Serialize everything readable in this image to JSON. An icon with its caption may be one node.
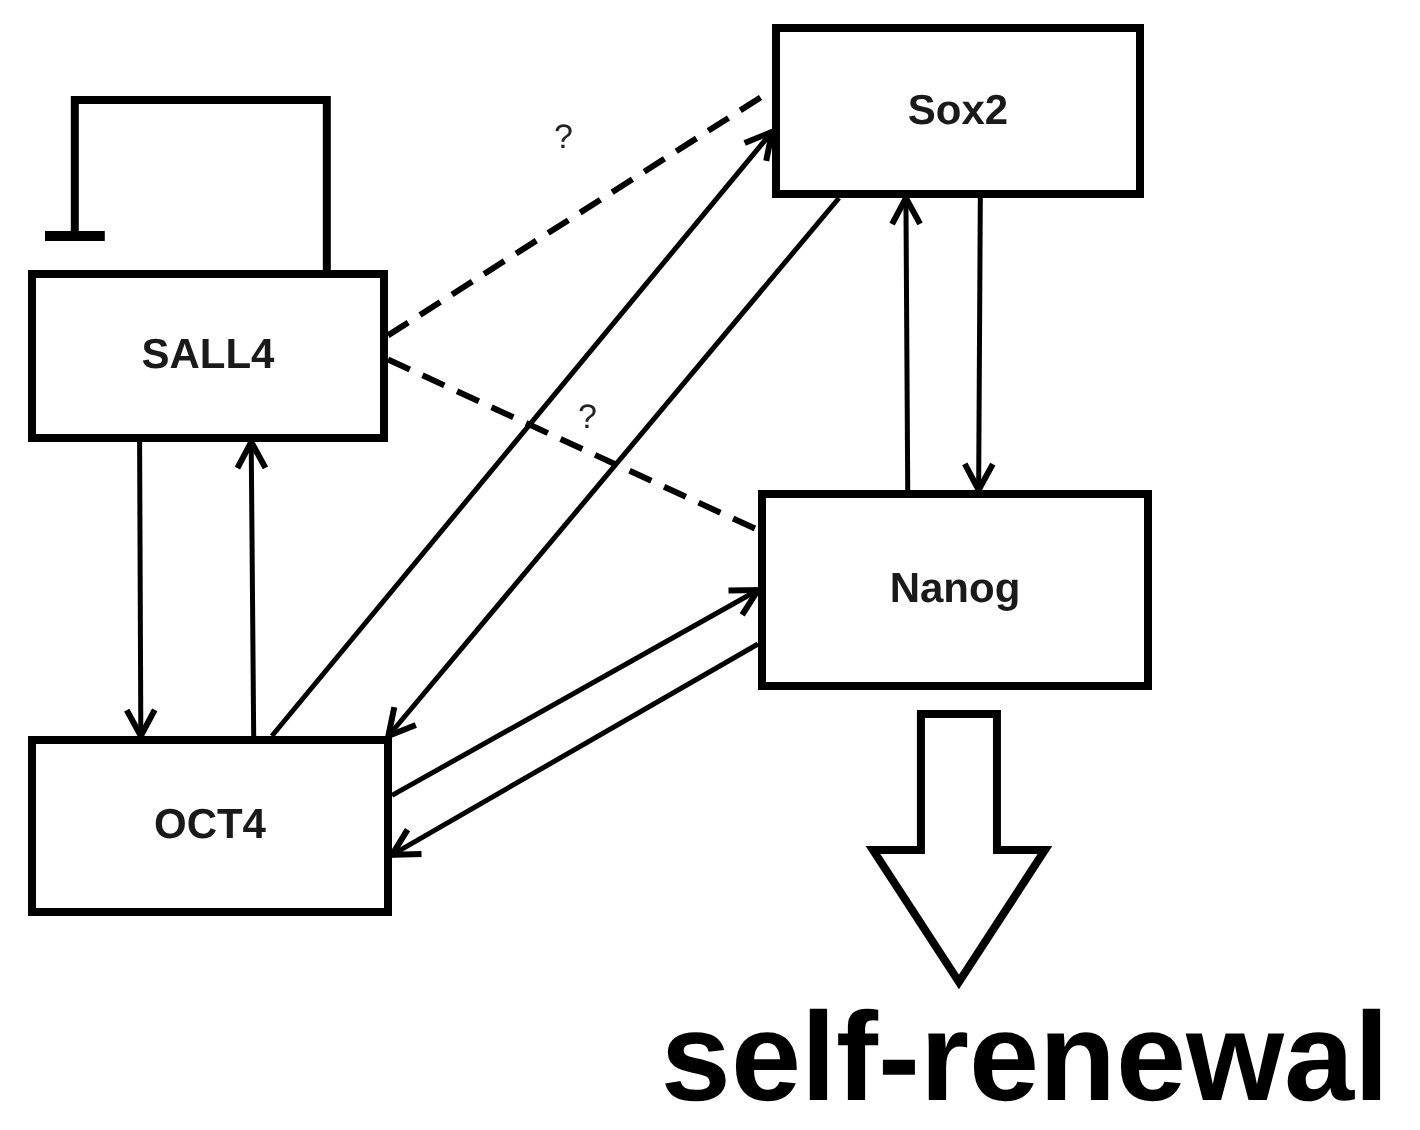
{
  "diagram": {
    "nodes": [
      {
        "text": [
          "SALL4"
        ]
      },
      {
        "text": [
          "Sox2"
        ]
      },
      {
        "text": [
          "Nanog"
        ]
      },
      {
        "text": [
          "OCT4"
        ]
      },
      {
        "text": [
          "self-renewal"
        ]
      }
    ],
    "edges": [
      {
        "from": 0,
        "to": 0,
        "arrow": "other"
      },
      {
        "from": 0,
        "to": 1,
        "arrow": "none",
        "style": "dashed",
        "label": "?"
      },
      {
        "from": 0,
        "to": 2,
        "arrow": "none",
        "style": "dashed",
        "label": "?"
      },
      {
        "from": 0,
        "to": 3,
        "arrow": "to"
      },
      {
        "from": 3,
        "to": 0,
        "arrow": "to"
      },
      {
        "from": 3,
        "to": 1,
        "arrow": "to"
      },
      {
        "from": 1,
        "to": 3,
        "arrow": "to"
      },
      {
        "from": 3,
        "to": 2,
        "arrow": "to"
      },
      {
        "from": 2,
        "to": 3,
        "arrow": "to"
      },
      {
        "from": 2,
        "to": 1,
        "arrow": "to"
      },
      {
        "from": 1,
        "to": 2,
        "arrow": "to"
      },
      {
        "from": 2,
        "to": 4,
        "arrow": "to",
        "style": "thick"
      }
    ]
  }
}
